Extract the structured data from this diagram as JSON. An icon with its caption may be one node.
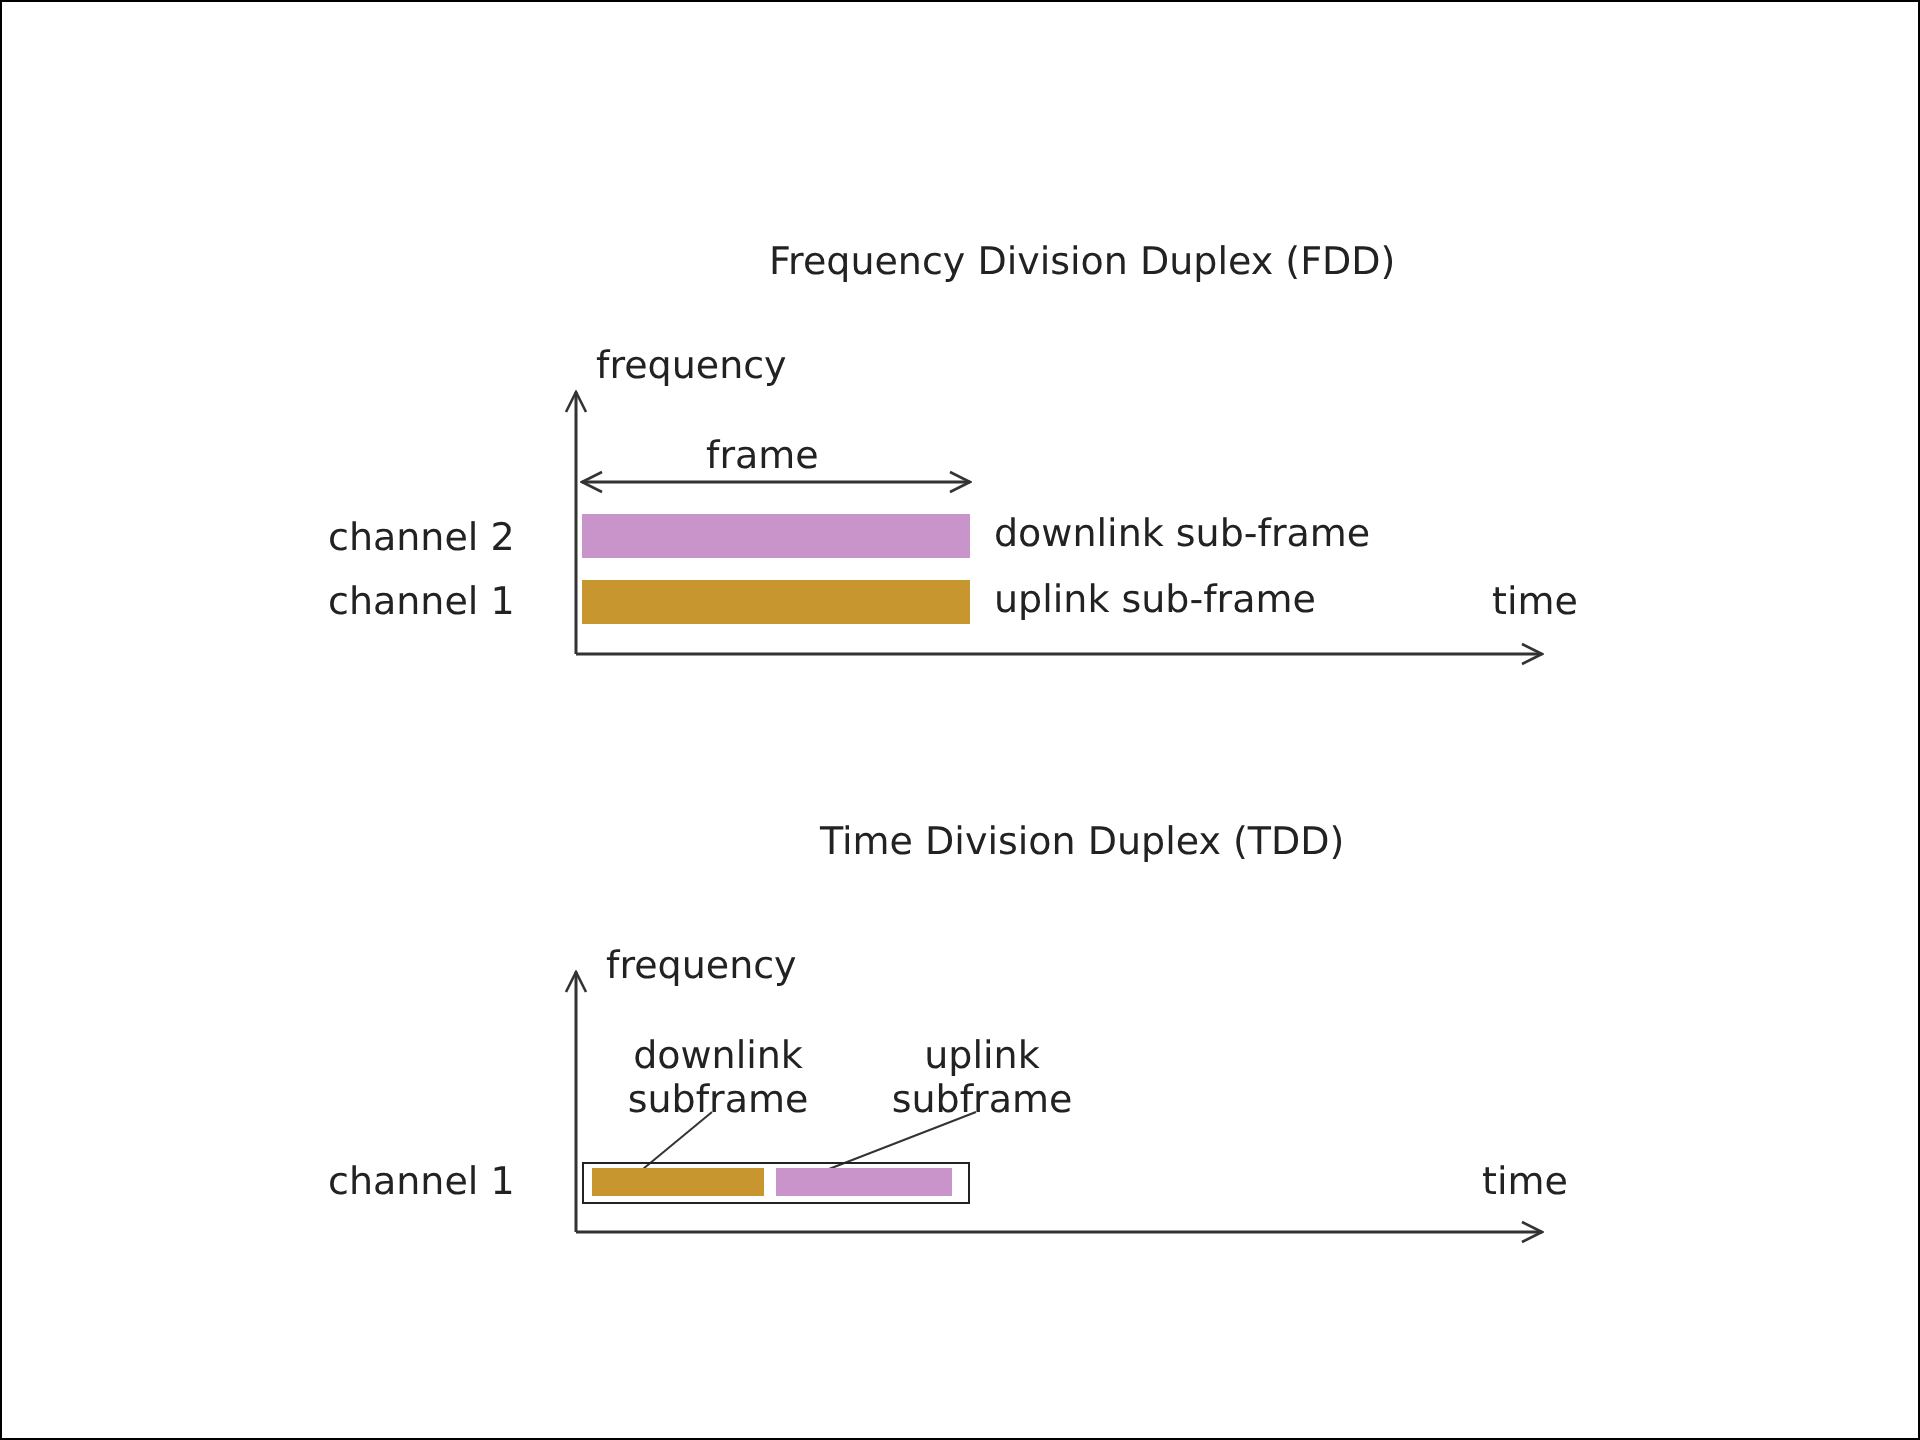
{
  "diagram": {
    "nodes": [
      {
        "text": [],
        "shape": "bar",
        "beside": [
          "downlink sub-frame"
        ]
      },
      {
        "text": [],
        "shape": "bar",
        "beside": [
          "uplink sub-frame"
        ]
      },
      {
        "text": [],
        "shape": "box"
      },
      {
        "text": [],
        "shape": "bar",
        "in": 2
      },
      {
        "text": [],
        "shape": "bar",
        "in": 2
      },
      {
        "text": [
          "downlink subframe"
        ]
      },
      {
        "text": [
          "uplink subframe"
        ]
      }
    ],
    "edges": [
      {
        "from": 5,
        "to": 3,
        "arrow": "none"
      },
      {
        "from": 6,
        "to": 4,
        "arrow": "none"
      }
    ],
    "labels": [
      "Frequency Division Duplex (FDD)",
      "frequency",
      "frame",
      "channel 2",
      "channel 1",
      "time",
      "Time Division Duplex (TDD)",
      "frequency",
      "channel 1",
      "time"
    ]
  }
}
